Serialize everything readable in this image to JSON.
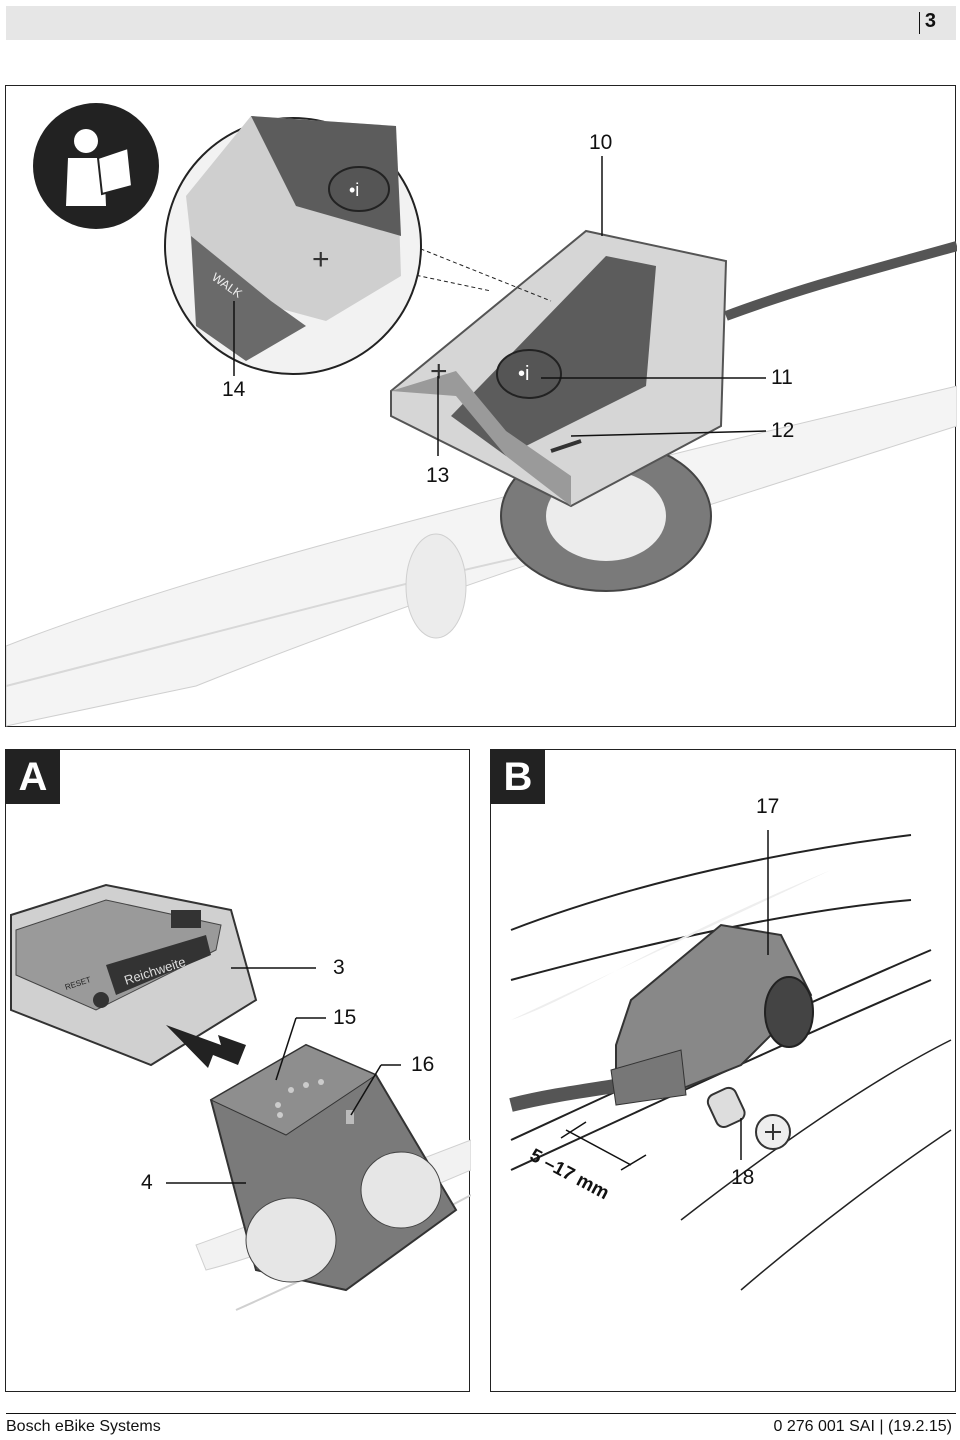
{
  "header": {
    "page_number": "3"
  },
  "figure_top": {
    "callouts": {
      "c10": "10",
      "c11": "11",
      "c12": "12",
      "c13": "13",
      "c14": "14"
    },
    "zoom_label_walk": "WALK"
  },
  "panel_a": {
    "tag": "A",
    "callouts": {
      "c3": "3",
      "c15": "15",
      "c16": "16",
      "c4": "4"
    },
    "display_text": "Reichweite",
    "reset_label": "RESET"
  },
  "panel_b": {
    "tag": "B",
    "callouts": {
      "c17": "17",
      "c18": "18"
    },
    "dimension": "5 –17 mm"
  },
  "footer": {
    "left": "Bosch eBike Systems",
    "right": "0 276 001 SAI | (19.2.15)"
  }
}
